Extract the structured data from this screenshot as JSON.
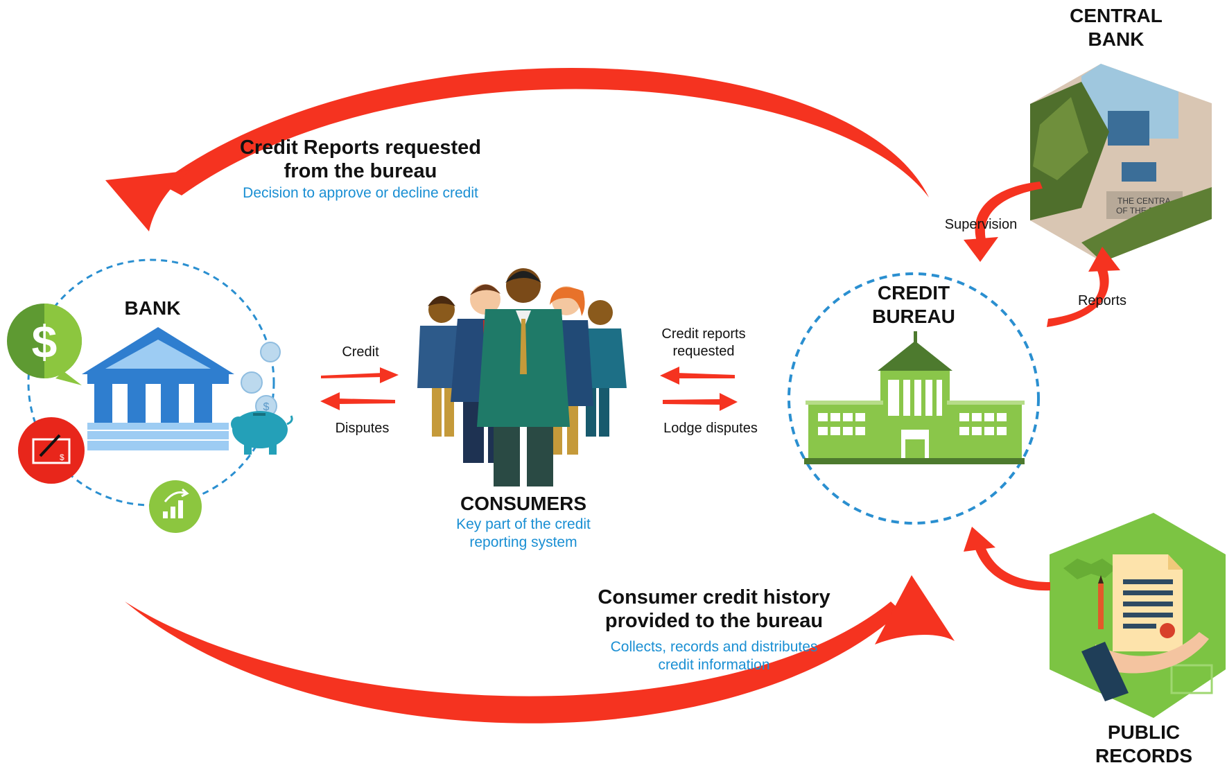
{
  "colors": {
    "arrow_red": "#f53320",
    "dashed_blue": "#2a8fd0",
    "bank_blue": "#3a8fdc",
    "bureau_green": "#8ac64a",
    "bureau_dark": "#4d7a2e",
    "heading": "#111111",
    "subtext": "#1a8fd3",
    "public_green": "#7cc443"
  },
  "top_flow": {
    "title_line1": "Credit Reports requested",
    "title_line2": "from the bureau",
    "subtitle": "Decision to approve or decline credit"
  },
  "bottom_flow": {
    "title_line1": "Consumer credit history",
    "title_line2": "provided to the bureau",
    "subtitle_line1": "Collects, records and distributes",
    "subtitle_line2": "credit information"
  },
  "bank": {
    "title": "BANK",
    "icons": [
      "dollar-speech-bubble-icon",
      "bank-building-icon",
      "coins-icon",
      "piggy-bank-icon",
      "signed-check-icon",
      "growth-chart-icon"
    ]
  },
  "consumers": {
    "title": "CONSUMERS",
    "subtitle_line1": "Key part of the credit",
    "subtitle_line2": "reporting system"
  },
  "bank_consumer_arrows": {
    "top_label": "Credit",
    "bottom_label": "Disputes"
  },
  "consumer_bureau_arrows": {
    "top_label_line1": "Credit reports",
    "top_label_line2": "requested",
    "bottom_label": "Lodge disputes"
  },
  "credit_bureau": {
    "title_line1": "CREDIT",
    "title_line2": "BUREAU",
    "icon": "bureau-building-icon"
  },
  "central_bank": {
    "title_line1": "CENTRAL",
    "title_line2": "BANK",
    "photo_sign_line1": "THE CENTRA",
    "photo_sign_line2": "OF THE BAHA",
    "supervision_label": "Supervision",
    "reports_label": "Reports"
  },
  "public_records": {
    "title_line1": "PUBLIC",
    "title_line2": "RECORDS",
    "icon": "document-in-hand-icon"
  }
}
